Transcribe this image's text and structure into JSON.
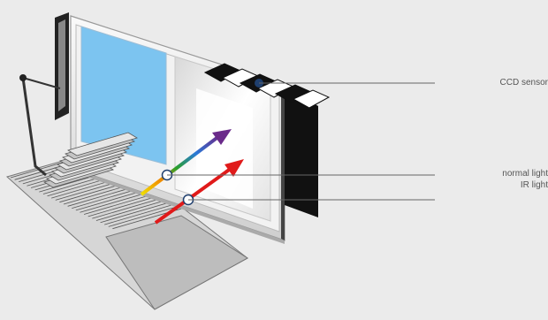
{
  "labels": {
    "ccd_sensor": "CCD sensor",
    "normal_light": "normal light",
    "ir_light": "IR light"
  },
  "colors": {
    "background": "#ebebeb",
    "glass_blue": "#7cc4f0",
    "sensor_dot": "#1f3f6e",
    "ir_arrow": "#e01a1a",
    "normal_arrow_end": "#6a2a8a",
    "leader_line": "#666666"
  },
  "components": [
    "document-scanner",
    "glass-plate",
    "ccd-sensor",
    "brush-fingers",
    "paper-stack"
  ]
}
